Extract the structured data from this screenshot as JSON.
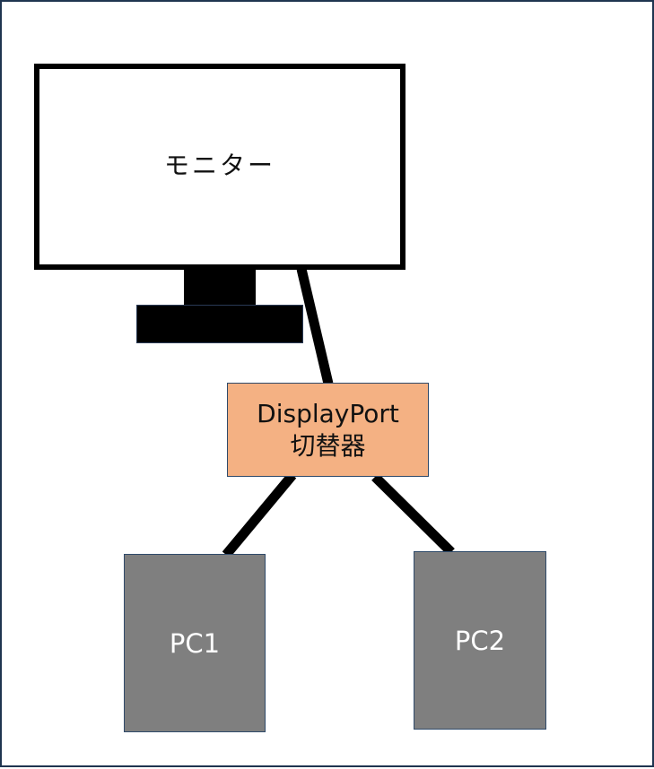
{
  "diagram": {
    "monitor": {
      "label": "モニター"
    },
    "switcher": {
      "line1": "DisplayPort",
      "line2": "切替器",
      "fill": "#f4b183"
    },
    "pcs": [
      {
        "label": "PC1"
      },
      {
        "label": "PC2"
      }
    ],
    "colors": {
      "pc_fill": "#7f7f7f",
      "cable": "#000000",
      "outline": "#1f3550"
    }
  }
}
